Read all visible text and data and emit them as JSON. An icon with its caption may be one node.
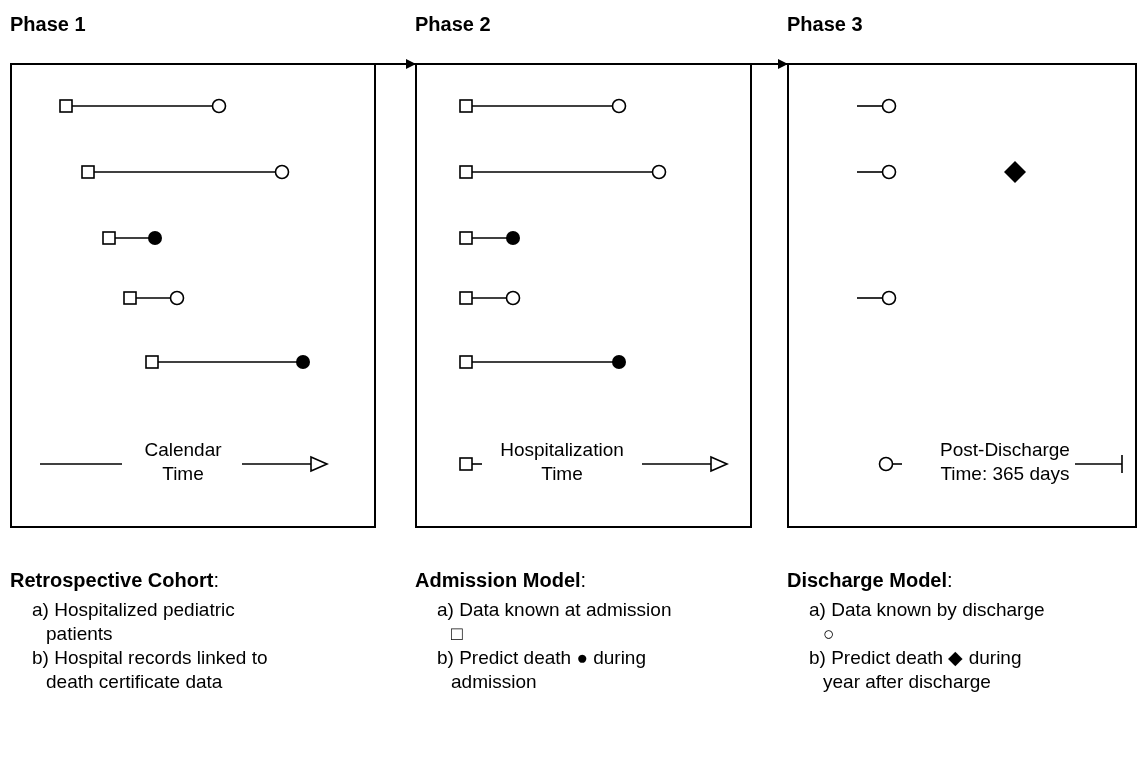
{
  "diagram": {
    "nodes": [
      {
        "text": [
          "Phase 1",
          "Calendar Time"
        ],
        "beside": [
          "**Retrospective Cohort**:",
          "a) Hospitalized pediatric patients",
          "b) Hospital records linked to death certificate data"
        ]
      },
      {
        "text": [
          "Phase 2",
          "Hospitalization Time"
        ],
        "beside": [
          "**Admission Model**:",
          "a) Data known at admission □",
          "b) Predict death ● during admission"
        ]
      },
      {
        "text": [
          "Phase 3",
          "Post-Discharge Time: 365 days"
        ],
        "beside": [
          "**Discharge Model**:",
          "a) Data known by discharge ○",
          "b) Predict death ◆ during year after discharge"
        ]
      }
    ],
    "edges": [
      {
        "from": 0,
        "to": 1,
        "arrow": "to"
      },
      {
        "from": 1,
        "to": 2,
        "arrow": "to"
      }
    ]
  }
}
